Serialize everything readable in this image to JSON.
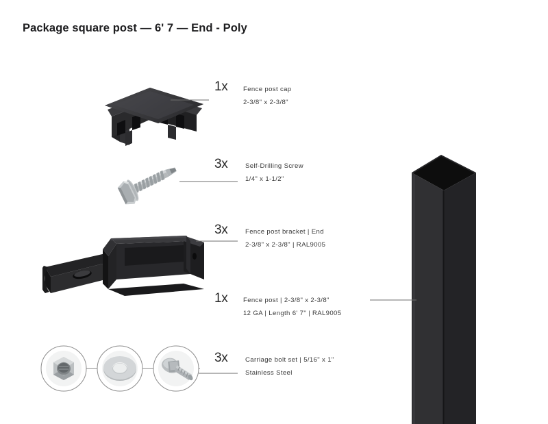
{
  "title": "Package square post — 6' 7 — End - Poly",
  "colors": {
    "background": "#ffffff",
    "title_text": "#1d1d1f",
    "body_text": "#3a3a3a",
    "qty_text": "#2b2b2b",
    "leader_line": "#6e6e6e",
    "part_black": "#2e2e30",
    "part_post_black": "#1a1a1a",
    "metal_zinc": "#b9bcbe",
    "metal_light": "#d7dadc"
  },
  "items": [
    {
      "id": "fence-post-cap",
      "qty": "1x",
      "line1": "Fence post cap",
      "line2": "2-3/8\" x 2-3/8\"",
      "icon": "fence-post-cap-illustration"
    },
    {
      "id": "self-drilling-screw",
      "qty": "3x",
      "line1": "Self-Drilling Screw",
      "line2": "1/4\" x 1-1/2\"",
      "icon": "self-drilling-screw-illustration"
    },
    {
      "id": "fence-post-bracket",
      "qty": "3x",
      "line1": "Fence post bracket | End",
      "line2": "2-3/8\" x 2-3/8\" | RAL9005",
      "icon": "fence-post-bracket-illustration"
    },
    {
      "id": "fence-post",
      "qty": "1x",
      "line1": "Fence post | 2-3/8\" x 2-3/8\"",
      "line2": "12 GA | Length 6' 7\" | RAL9005",
      "icon": "fence-post-illustration"
    },
    {
      "id": "carriage-bolt-set",
      "qty": "3x",
      "line1": "Carriage bolt set | 5/16\" x 1\"",
      "line2": "Stainless Steel",
      "icon": "carriage-bolt-set-illustration"
    }
  ],
  "bolt_set_parts": [
    {
      "id": "hex-nut",
      "label": "hex-nut-icon"
    },
    {
      "id": "flat-washer",
      "label": "flat-washer-icon"
    },
    {
      "id": "carriage-bolt",
      "label": "carriage-bolt-icon"
    }
  ]
}
